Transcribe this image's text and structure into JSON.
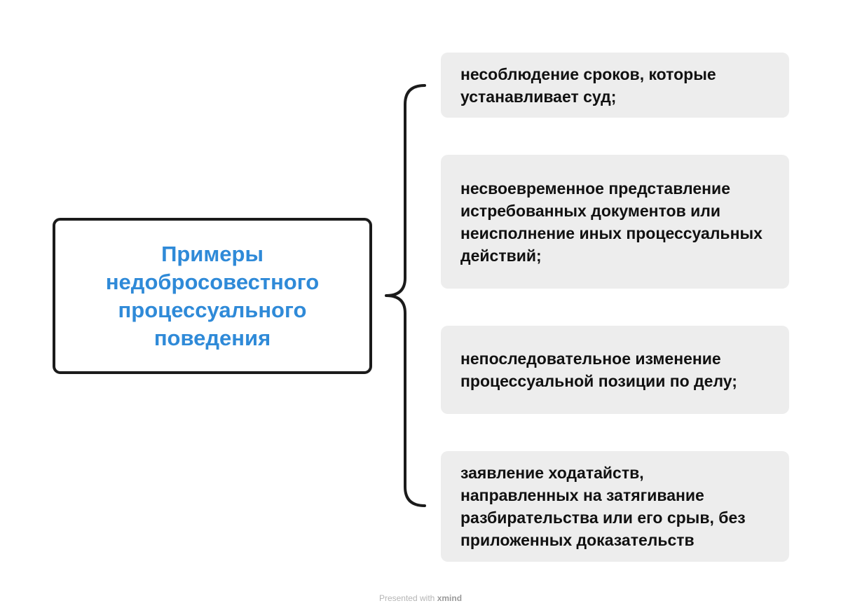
{
  "diagram": {
    "central_topic": "Примеры недобросовестного процессуального поведения",
    "subtopics": [
      "несоблюдение сроков, которые устанавливает суд;",
      "несвоевременное представление истребованных документов или неисполнение иных процессуальных действий;",
      "непоследовательное изменение процессуальной позиции по делу;",
      "заявление ходатайств, направленных на затягивание разбирательства или его срыв, без приложенных доказательств"
    ]
  },
  "footer": {
    "prefix": "Presented with",
    "brand": "xmind"
  },
  "colors": {
    "central_text": "#2f8ad8",
    "central_border": "#1b1b1b",
    "topic_background": "#ededed",
    "topic_text": "#111111",
    "connector": "#1b1b1b"
  }
}
